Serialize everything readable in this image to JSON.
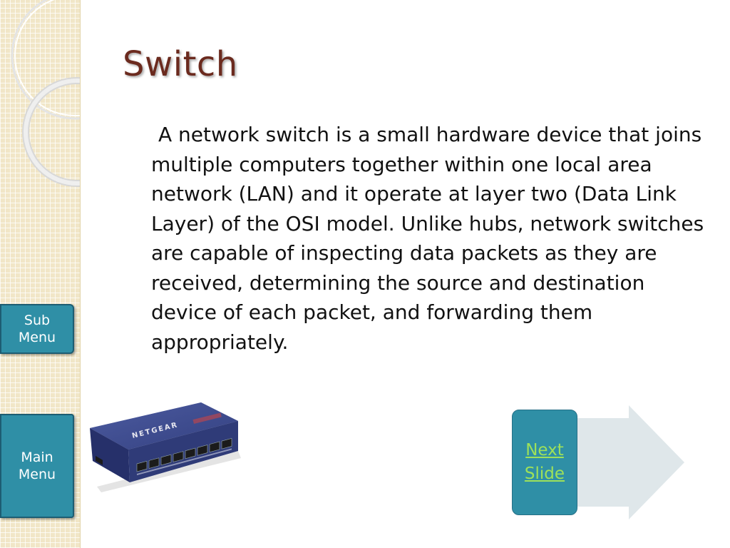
{
  "slide": {
    "title": "Switch",
    "body": [
      "A network switch is a small hardware device that",
      "joins multiple computers together within one",
      "local area network (LAN) and it operate at layer",
      "two (Data Link Layer) of the OSI model. Unlike",
      "hubs, network switches are capable of inspecting",
      "data packets as they are received, determining the",
      "source and destination device of each packet, and",
      "forwarding them appropriately."
    ]
  },
  "nav": {
    "sub_menu": {
      "line1": "Sub",
      "line2": "Menu"
    },
    "main_menu": {
      "line1": "Main",
      "line2": "Menu"
    },
    "next_slide": {
      "line1": "Next",
      "line2": "Slide"
    }
  },
  "device": {
    "brand": "NETGEAR",
    "icon": "network-switch-image"
  },
  "colors": {
    "title": "#6b2a1e",
    "button": "#2f8fa6",
    "link": "#9ee15a",
    "chevron": "#dfe7ea",
    "strip": "#f1e6c7"
  }
}
